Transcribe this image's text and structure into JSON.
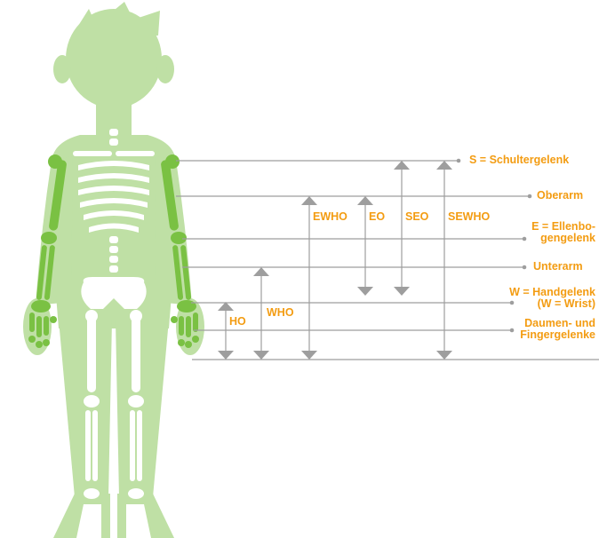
{
  "colors": {
    "body": "#bfe0a5",
    "bone": "#ffffff",
    "arm_bone": "#7ac143",
    "guide_line": "#9e9e9e",
    "label": "#f39c12"
  },
  "figure": {
    "subject": "child-skeleton-illustration"
  },
  "joint_labels": {
    "shoulder": "S = Schultergelenk",
    "upper_arm": "Oberarm",
    "elbow": "E = Ellenbo-\ngengelenk",
    "forearm": "Unterarm",
    "wrist": "W = Handgelenk\n(W = Wrist)",
    "fingers": "Daumen- und\nFingergelenke"
  },
  "orthosis_labels": {
    "ho": "HO",
    "who": "WHO",
    "ewho": "EWHO",
    "eo": "EO",
    "seo": "SEO",
    "sewho": "SEWHO"
  }
}
